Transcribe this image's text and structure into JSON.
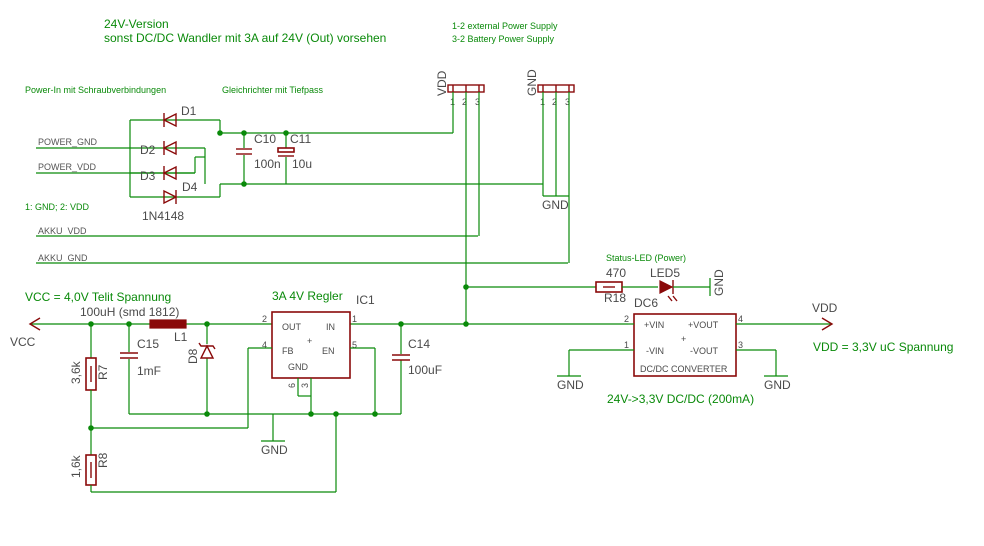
{
  "notes": {
    "version_line1": "24V-Version",
    "version_line2": "sonst DC/DC Wandler mit 3A auf 24V (Out) vorsehen",
    "supply_line1": "1-2 external Power Supply",
    "supply_line2": "3-2 Battery Power Supply",
    "power_in": "Power-In mit Schraubverbindungen",
    "rectifier": "Gleichrichter mit Tiefpass",
    "pinout": "1: GND; 2: VDD",
    "vcc_note": "VCC = 4,0V Telit Spannung",
    "regler_note": "3A 4V Regler",
    "status_led": "Status-LED (Power)",
    "vdd_note": "VDD = 3,3V uC Spannung",
    "dcdc_note": "24V->3,3V DC/DC (200mA)"
  },
  "nets": {
    "power_gnd": "POWER_GND",
    "power_vdd": "POWER_VDD",
    "akku_vdd": "AKKU_VDD",
    "akku_gnd": "AKKU_GND",
    "vcc": "VCC",
    "vdd": "VDD",
    "vdd_conn": "VDD",
    "gnd_conn": "GND",
    "gnd": "GND"
  },
  "parts": {
    "d1": "D1",
    "d2": "D2",
    "d3": "D3",
    "d4": "D4",
    "diode_value": "1N4148",
    "c10": "C10",
    "c10_value": "100n",
    "c11": "C11",
    "c11_value": "10u",
    "c15": "C15",
    "c15_value": "1mF",
    "l1": "L1",
    "l1_value": "100uH (smd 1812)",
    "d8": "D8",
    "r7": "R7",
    "r7_value": "3,6k",
    "r8": "R8",
    "r8_value": "1,6k",
    "ic1": "IC1",
    "c14": "C14",
    "c14_value": "100uF",
    "r18": "R18",
    "r18_value": "470",
    "led5": "LED5",
    "dc6": "DC6"
  },
  "pins": {
    "conn_1": "1",
    "conn_2": "2",
    "conn_3": "3",
    "ic_out": "OUT",
    "ic_in": "IN",
    "ic_fb": "FB",
    "ic_en": "EN",
    "ic_gnd": "GND",
    "ic_p1": "1",
    "ic_p2": "2",
    "ic_p3": "3",
    "ic_p4": "4",
    "ic_p5": "5",
    "ic_p6": "6",
    "dc_vin_p": "+VIN",
    "dc_vout_p": "+VOUT",
    "dc_vin_n": "-VIN",
    "dc_vout_n": "-VOUT",
    "dc_name": "DC/DC CONVERTER",
    "dc_p1": "1",
    "dc_p2": "2",
    "dc_p3": "3",
    "dc_p4": "4"
  },
  "colors": {
    "wire": "#0a8a0a",
    "part": "#8a0a0a",
    "label": "#4a4a4a",
    "background": "#ffffff"
  }
}
